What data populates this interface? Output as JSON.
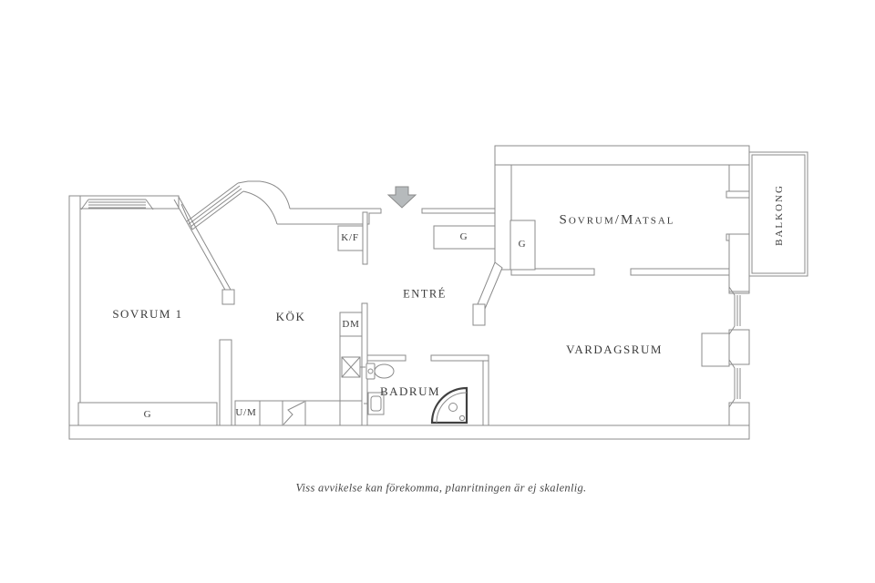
{
  "plan": {
    "room_labels": {
      "sovrum1": "SOVRUM 1",
      "kok": "KÖK",
      "entre": "ENTRÉ",
      "sovrum_matsal": "Sovrum/Matsal",
      "vardagsrum": "VARDAGSRUM",
      "badrum": "BADRUM",
      "balkong": "BALKONG"
    },
    "fixture_labels": {
      "fridge_freezer": "K/F",
      "dishwasher": "DM",
      "washer": "U/M",
      "wardrobe_sovrum1": "G",
      "wardrobe_entre": "G",
      "wardrobe_sovrum_matsal": "G"
    },
    "disclaimer": "Viss avvikelse kan förekomma, planritningen är ej skalenlig.",
    "colors": {
      "wall_line": "#8b8b8b",
      "label_text": "#3b3b3b",
      "entry_arrow_fill": "#b6babc",
      "shower_line": "#404040"
    }
  }
}
